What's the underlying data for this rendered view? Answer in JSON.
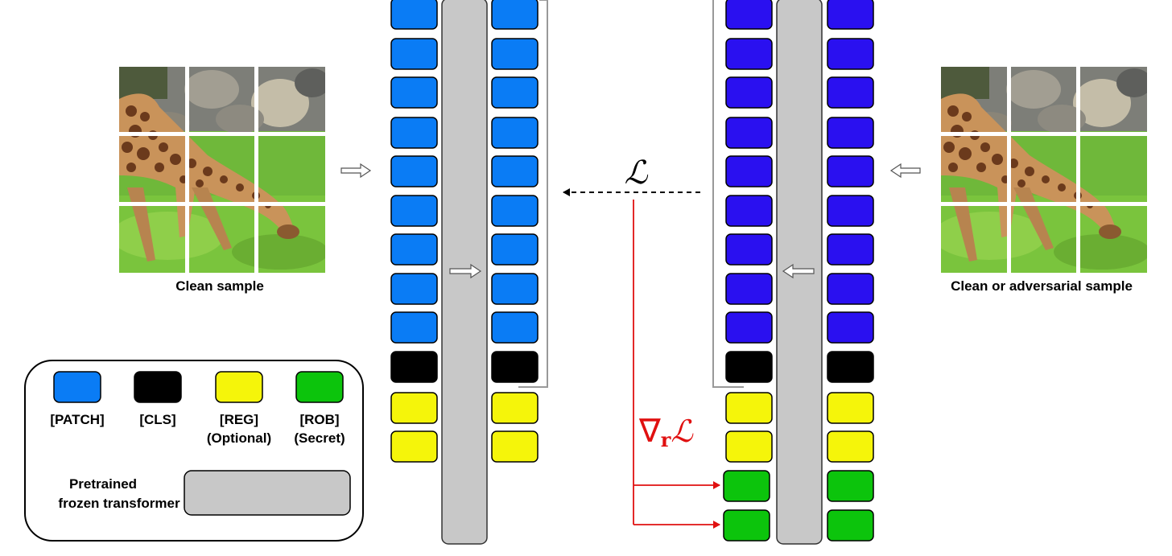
{
  "colors": {
    "patch_left": "#0a7cf5",
    "patch_right": "#2a10f0",
    "cls": "#000000",
    "reg": "#f5f50a",
    "rob": "#0cc40c",
    "transformer": "#c8c8c8",
    "gradient": "#e01010",
    "bracket": "#999999"
  },
  "labels": {
    "clean_sample": "Clean sample",
    "clean_or_adversarial": "Clean or adversarial sample",
    "loss_symbol": "ℒ",
    "gradient_nabla": "∇",
    "gradient_sub": "r",
    "gradient_loss": "ℒ"
  },
  "legend": {
    "patch_l1": "[PATCH]",
    "cls_l1": "[CLS]",
    "reg_l1": "[REG]",
    "reg_l2": "(Optional)",
    "rob_l1": "[ROB]",
    "rob_l2": "(Secret)",
    "transformer_l1": "Pretrained",
    "transformer_l2": "frozen transformer"
  },
  "icons": {
    "arrow": "hollow-arrow-icon",
    "image": "giraffe-image-grid"
  }
}
